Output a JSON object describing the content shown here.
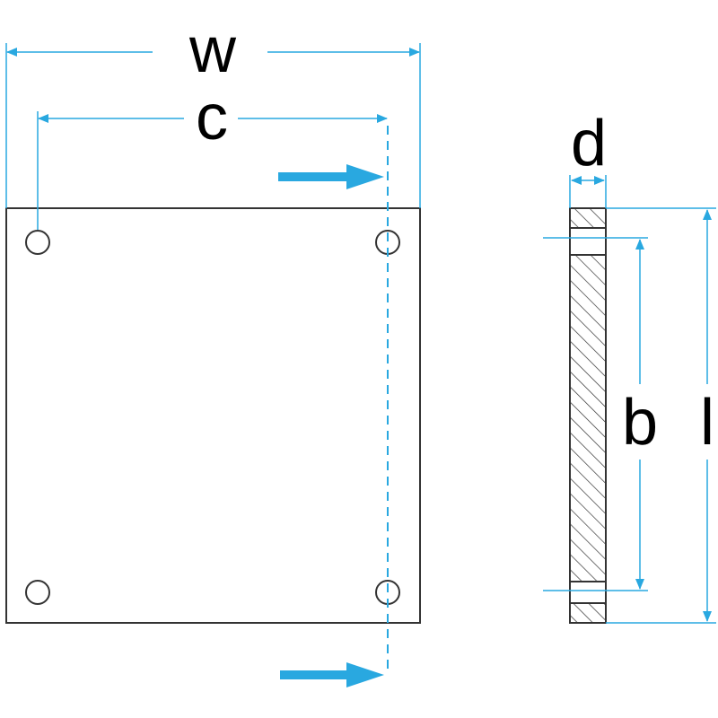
{
  "labels": {
    "width": "w",
    "hole_spacing": "c",
    "thickness": "d",
    "hole_spacing_side": "b",
    "length": "l"
  },
  "colors": {
    "dimension_line": "#29a8e0",
    "outline": "#333333",
    "label": "#000000",
    "background": "#ffffff"
  }
}
